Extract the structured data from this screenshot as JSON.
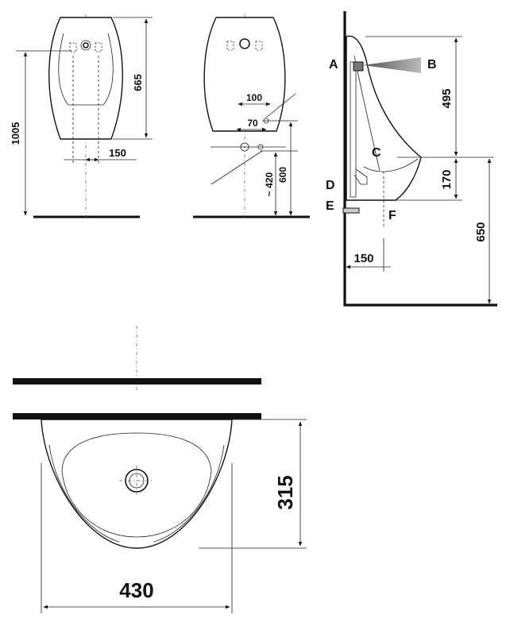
{
  "front_view": {
    "dim_total_height": "1005",
    "dim_body_height": "665",
    "dim_offset": "150"
  },
  "back_view": {
    "dim_100": "100",
    "dim_70": "70",
    "dim_420": "~ 420",
    "dim_600": "600"
  },
  "side_view": {
    "labels": [
      "A",
      "B",
      "C",
      "D",
      "E",
      "F"
    ],
    "dim_495": "495",
    "dim_170": "170",
    "dim_650": "650",
    "dim_150": "150"
  },
  "top_view": {
    "dim_width": "430",
    "dim_depth": "315"
  }
}
